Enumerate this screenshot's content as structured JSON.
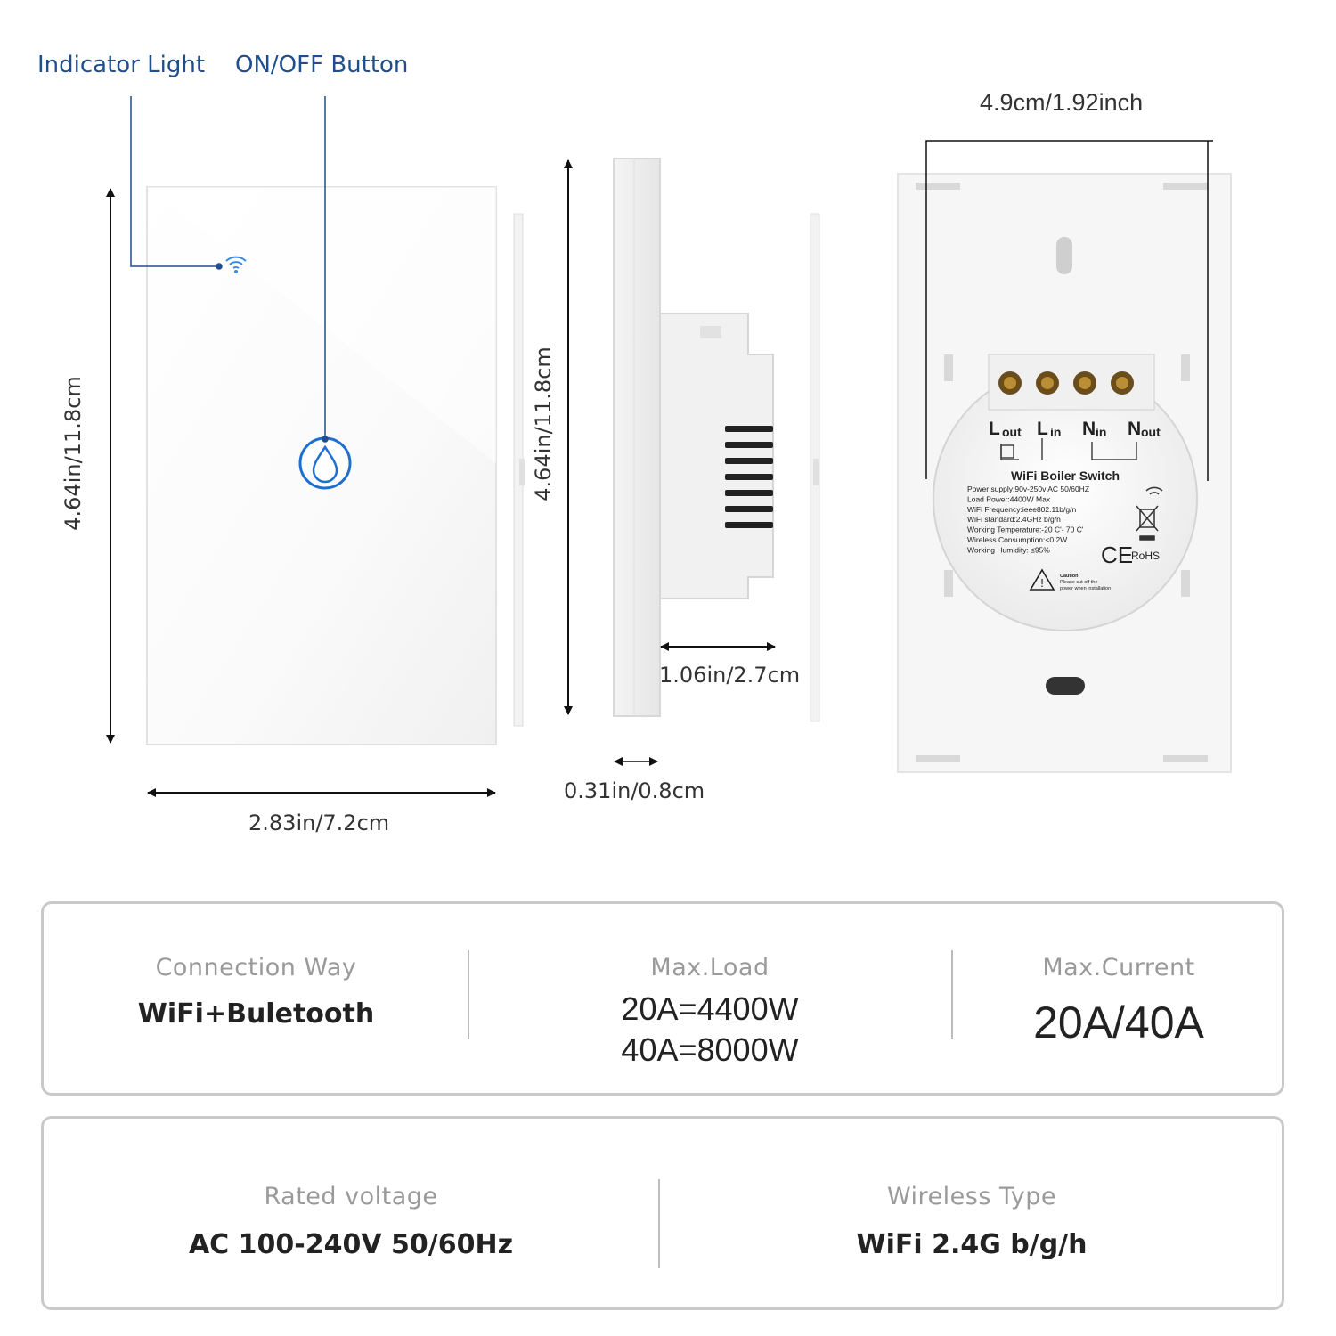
{
  "callouts": {
    "indicator_light": "Indicator Light",
    "onoff_button": "ON/OFF Button"
  },
  "dimensions": {
    "front_height": "4.64in/11.8cm",
    "front_width": "2.83in/7.2cm",
    "side_height": "4.64in/11.8cm",
    "side_depth": "1.06in/2.7cm",
    "side_thickness": "0.31in/0.8cm",
    "back_width": "4.9cm/1.92inch"
  },
  "back_label": {
    "terminals": [
      "L",
      "out",
      "L",
      "in",
      "N",
      "in",
      "N",
      "out"
    ],
    "title": "WiFi Boiler Switch",
    "lines": [
      "Power supply:90v-250v AC  50/60HZ",
      "Load Power:4400W  Max",
      "WiFi Frequency:ieee802.11b/g/n",
      "WiFi standard:2.4GHz b/g/n",
      "Working Temperature:-20 C'- 70 C'",
      "Wireless Consumption:<0.2W",
      "Working Humidity:  ≤95%"
    ],
    "ce": "CE",
    "rohs": "RoHS",
    "caution": [
      "Caution:",
      "Please cut off the",
      "power when installation"
    ]
  },
  "specs_row1": [
    {
      "label": "Connection Way",
      "value": "WiFi+Buletooth"
    },
    {
      "label": "Max.Load",
      "values": [
        "20A=4400W",
        "40A=8000W"
      ]
    },
    {
      "label": "Max.Current",
      "value": "20A/40A"
    }
  ],
  "specs_row2": [
    {
      "label": "Rated voltage",
      "value": "AC 100-240V  50/60Hz"
    },
    {
      "label": "Wireless Type",
      "value": "WiFi 2.4G b/g/h"
    }
  ],
  "colors": {
    "accent_blue": "#1f6fd1",
    "callout_blue": "#1f4e8c",
    "box_border": "#c9c9c9",
    "label_gray": "#9a9a9a"
  }
}
